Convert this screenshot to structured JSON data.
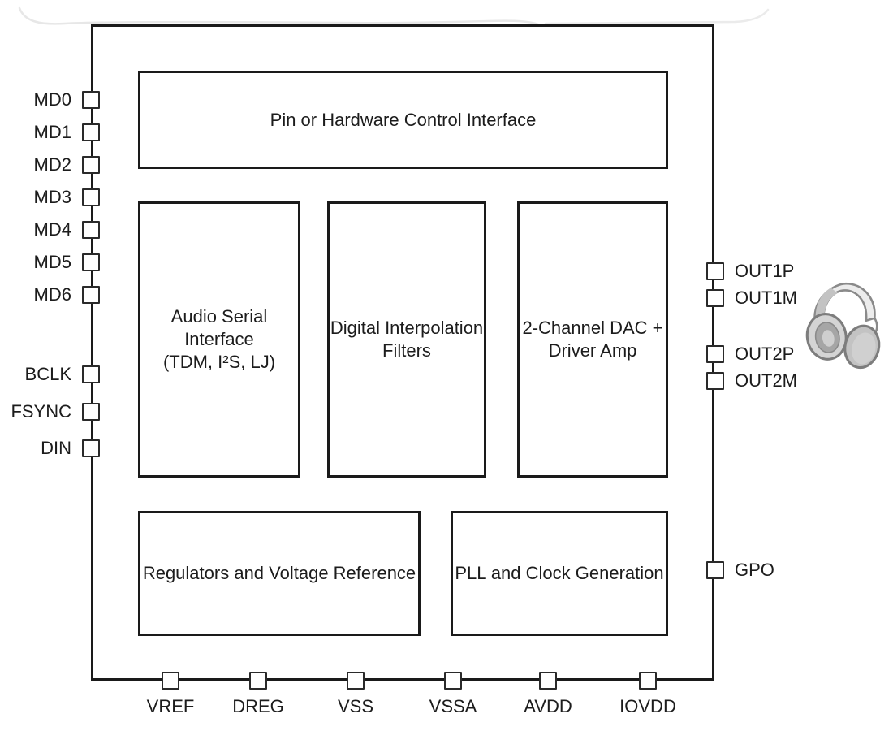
{
  "diagram": {
    "type": "functional-block-diagram",
    "colors": {
      "background": "#ffffff",
      "line": "#1a1a1a",
      "text": "#1c1c1c",
      "scan_artifact": "#e7e7e7",
      "headphone_light": "#ececec",
      "headphone_mid": "#c3c3c3",
      "headphone_fill": "#d4d4d4",
      "headphone_outline": "#7d7d7d"
    }
  },
  "blocks": {
    "control": {
      "label": "Pin or Hardware Control Interface"
    },
    "asi": {
      "lines": [
        "Audio Serial",
        "Interface",
        "(TDM, I²S, LJ)"
      ]
    },
    "dif": {
      "lines": [
        "Digital Interpolation",
        "Filters"
      ]
    },
    "dac": {
      "lines": [
        "2-Channel DAC +",
        "Driver Amp"
      ]
    },
    "reg": {
      "label": "Regulators and Voltage Reference"
    },
    "pll": {
      "label": "PLL and Clock Generation"
    }
  },
  "pins": {
    "left": [
      "MD0",
      "MD1",
      "MD2",
      "MD3",
      "MD4",
      "MD5",
      "MD6",
      "BCLK",
      "FSYNC",
      "DIN"
    ],
    "right": [
      "OUT1P",
      "OUT1M",
      "OUT2P",
      "OUT2M",
      "GPO"
    ],
    "bottom": [
      "VREF",
      "DREG",
      "VSS",
      "VSSA",
      "AVDD",
      "IOVDD"
    ]
  },
  "icons": {
    "headphones": "headphones-icon"
  }
}
